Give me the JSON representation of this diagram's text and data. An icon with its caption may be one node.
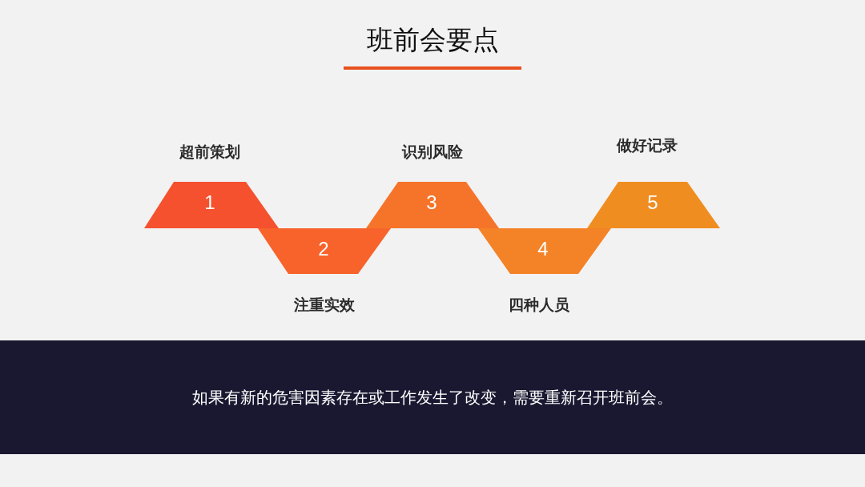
{
  "diagram": {
    "title": "班前会要点",
    "nodes": [
      {
        "text": [
          "1"
        ],
        "beside": [
          "超前策划"
        ]
      },
      {
        "text": [
          "2"
        ],
        "beside": [
          "注重实效"
        ]
      },
      {
        "text": [
          "3"
        ],
        "beside": [
          "识别风险"
        ]
      },
      {
        "text": [
          "4"
        ],
        "beside": [
          "四种人员"
        ]
      },
      {
        "text": [
          "5"
        ],
        "beside": [
          "做好记录"
        ]
      },
      {
        "text": [
          "如果有新的危害因素存在或工作发生了改变，需要重新召开班前会。"
        ]
      }
    ]
  }
}
